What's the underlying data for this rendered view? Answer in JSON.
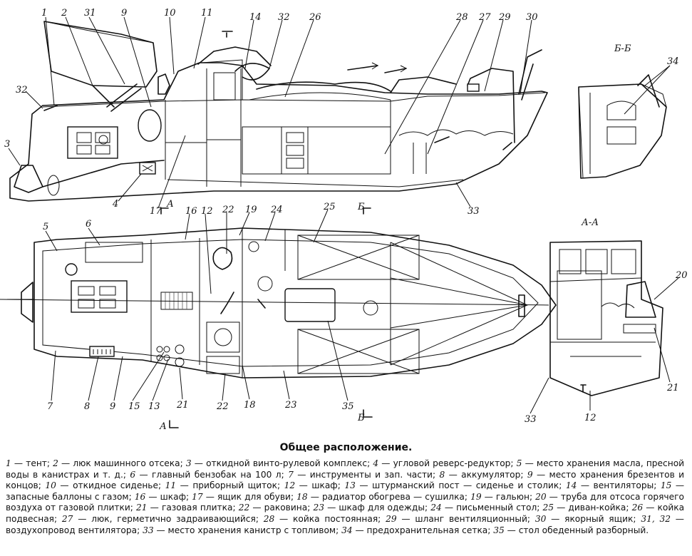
{
  "section_labels": {
    "bb": "Б-Б",
    "aa": "А-А",
    "cut_a_top": "А",
    "cut_b_top": "Б",
    "cut_a_bottom": "А",
    "cut_b_bottom": "Б"
  },
  "callouts": {
    "n1": "1",
    "n2": "2",
    "n3": "3",
    "n4": "4",
    "n5": "5",
    "n6": "6",
    "n7": "7",
    "n8": "8",
    "n9_top": "9",
    "n9_bottom": "9",
    "n10": "10",
    "n11": "11",
    "n12_top": "12",
    "n12_aa": "12",
    "n13": "13",
    "n14": "14",
    "n15": "15",
    "n16": "16",
    "n17": "17",
    "n18": "18",
    "n19": "19",
    "n20": "20",
    "n21_plan": "21",
    "n21_aa": "21",
    "n22_top": "22",
    "n22_bottom": "22",
    "n23": "23",
    "n24": "24",
    "n25": "25",
    "n26": "26",
    "n27": "27",
    "n28": "28",
    "n29": "29",
    "n30": "30",
    "n31": "31",
    "n32_top": "32",
    "n32_left": "32",
    "n33_side": "33",
    "n33_aa": "33",
    "n34": "34",
    "n35": "35"
  },
  "title": "Общее расположение.",
  "legend": [
    {
      "num": "1",
      "text": "тент"
    },
    {
      "num": "2",
      "text": "люк машинного отсека"
    },
    {
      "num": "3",
      "text": "откидной винто-рулевой комплекс"
    },
    {
      "num": "4",
      "text": "угловой реверс-редуктор"
    },
    {
      "num": "5",
      "text": "место хранения масла, пресной воды в канистрах и т. д."
    },
    {
      "num": "6",
      "text": "главный бензобак на 100 л"
    },
    {
      "num": "7",
      "text": "инструменты и зап. части"
    },
    {
      "num": "8",
      "text": "аккумулятор"
    },
    {
      "num": "9",
      "text": "место хранения брезентов и концов"
    },
    {
      "num": "10",
      "text": "откидное сиденье"
    },
    {
      "num": "11",
      "text": "приборный щиток"
    },
    {
      "num": "12",
      "text": "шкаф"
    },
    {
      "num": "13",
      "text": "штурманский пост — сиденье и столик"
    },
    {
      "num": "14",
      "text": "вентиляторы"
    },
    {
      "num": "15",
      "text": "запасные баллоны с газом"
    },
    {
      "num": "16",
      "text": "шкаф"
    },
    {
      "num": "17",
      "text": "ящик для обуви"
    },
    {
      "num": "18",
      "text": "радиатор обогрева — сушилка"
    },
    {
      "num": "19",
      "text": "гальюн"
    },
    {
      "num": "20",
      "text": "труба для отсоса горячего воздуха от газовой плитки"
    },
    {
      "num": "21",
      "text": "газовая плитка"
    },
    {
      "num": "22",
      "text": "раковина"
    },
    {
      "num": "23",
      "text": "шкаф для одежды"
    },
    {
      "num": "24",
      "text": "письменный стол"
    },
    {
      "num": "25",
      "text": "диван-койка"
    },
    {
      "num": "26",
      "text": "койка подвесная"
    },
    {
      "num": "27",
      "text": "люк, герметично задраивающийся"
    },
    {
      "num": "28",
      "text": "койка постоянная"
    },
    {
      "num": "29",
      "text": "шланг вентиляционный"
    },
    {
      "num": "30",
      "text": "якорный ящик"
    },
    {
      "num": "31, 32",
      "text": "воздухопровод вентилятора"
    },
    {
      "num": "33",
      "text": "место хранения канистр с топливом"
    },
    {
      "num": "34",
      "text": "предохранительная сетка"
    },
    {
      "num": "35",
      "text": "стол обеденный разборный"
    }
  ]
}
